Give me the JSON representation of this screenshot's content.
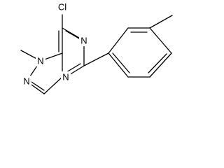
{
  "molecule": {
    "atoms": {
      "cl": "Cl",
      "n_top": "N",
      "n_bottom": "N",
      "n_methyl": "N",
      "n_pyrazole": "N"
    }
  }
}
